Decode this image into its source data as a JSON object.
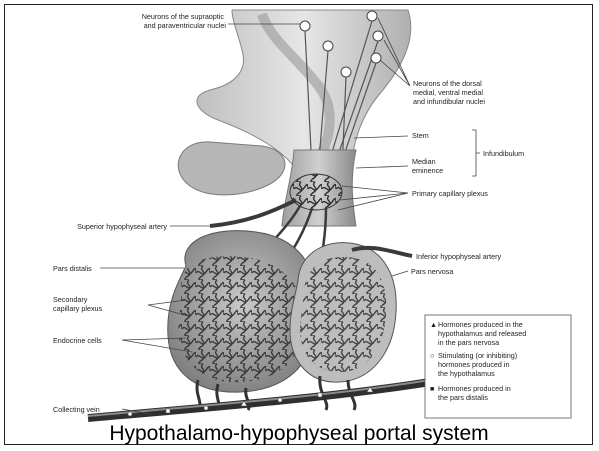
{
  "labels": {
    "supraoptic": [
      "Neurons of the supraoptic",
      "and paraventricular nuclei"
    ],
    "dorsal": [
      "Neurons of the dorsal",
      "medial, ventral medial",
      "and infundibular nuclei"
    ],
    "stem": "Stem",
    "median": [
      "Median",
      "eminence"
    ],
    "infundibulum": "Infundibulum",
    "primary": "Primary capillary plexus",
    "superior": "Superior hypophyseal artery",
    "pars_distalis": "Pars distalis",
    "inferior": "Inferior hypophyseal artery",
    "pars_nervosa": "Pars nervosa",
    "secondary": [
      "Secondary",
      "capillary plexus"
    ],
    "endocrine": "Endocrine cells",
    "collecting": "Collecting vein"
  },
  "legend": [
    {
      "symbol": "▲",
      "lines": [
        "Hormones produced in the",
        "hypothalamus and released",
        "in the pars nervosa"
      ]
    },
    {
      "symbol": "○",
      "lines": [
        "Stimulating (or inhibiting)",
        "hormones produced in",
        "the hypothalamus"
      ]
    },
    {
      "symbol": "■",
      "lines": [
        "Hormones produced in",
        "the pars distalis"
      ]
    }
  ],
  "caption": "Hypothalamo-hypophyseal portal system",
  "colors": {
    "frame": "#222222",
    "tissue_light": "#d6d6d6",
    "tissue_mid": "#9a9a9a",
    "vessel": "#3a3a3a"
  }
}
